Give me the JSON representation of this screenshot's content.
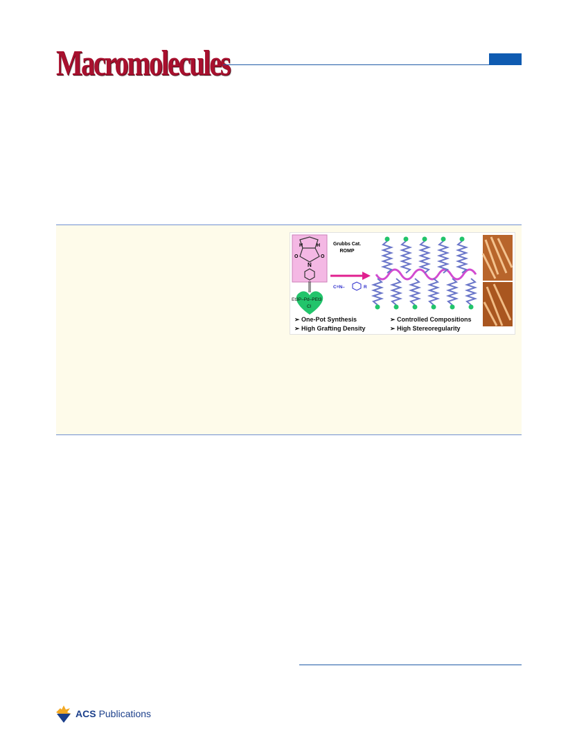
{
  "journal": {
    "title": "Macromolecules"
  },
  "toc_graphic": {
    "arrow_top": "Grubbs Cat.",
    "arrow_bottom": "ROMP",
    "reagent": "C≡N–",
    "reagent_r": "R",
    "metal_label": "Et3P–Pd–PEt3",
    "chloride": "Cl",
    "n_label": "N",
    "o_label": "O",
    "h_label": "H",
    "bullets_left": [
      "One-Pot Synthesis",
      "High Grafting Density"
    ],
    "bullets_right": [
      "Controlled Compositions",
      "High Stereoregularity"
    ]
  },
  "publisher": {
    "acs": "ACS",
    "publications": "Publications"
  },
  "colors": {
    "brand": "#a8102e",
    "rule": "#1f5aa6",
    "abstract_bg": "#fefbea",
    "helix": "#6a76c9",
    "backbone": "#d24bd0",
    "heart": "#22c46b"
  }
}
